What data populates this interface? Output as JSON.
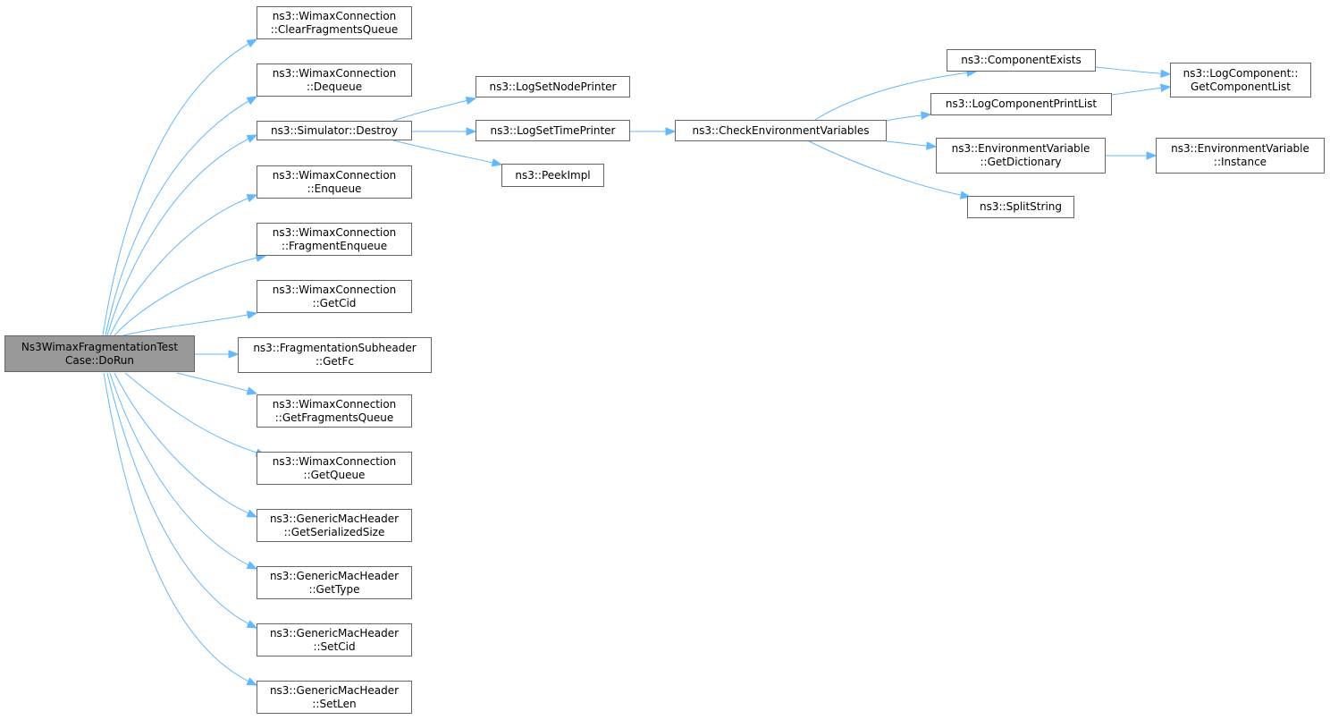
{
  "colors": {
    "edge": "#63b8ff",
    "node_border": "#666666",
    "root_fill": "#999999",
    "node_fill": "#ffffff"
  },
  "nodes": {
    "root": {
      "lines": [
        "Ns3WimaxFragmentationTest",
        "Case::DoRun"
      ]
    },
    "clearfrag": {
      "lines": [
        "ns3::WimaxConnection",
        "::ClearFragmentsQueue"
      ]
    },
    "dequeue": {
      "lines": [
        "ns3::WimaxConnection",
        "::Dequeue"
      ]
    },
    "destroy": {
      "lines": [
        "ns3::Simulator::Destroy"
      ]
    },
    "enqueue": {
      "lines": [
        "ns3::WimaxConnection",
        "::Enqueue"
      ]
    },
    "fragenq": {
      "lines": [
        "ns3::WimaxConnection",
        "::FragmentEnqueue"
      ]
    },
    "getcid": {
      "lines": [
        "ns3::WimaxConnection",
        "::GetCid"
      ]
    },
    "getfc": {
      "lines": [
        "ns3::FragmentationSubheader",
        "::GetFc"
      ]
    },
    "getfragq": {
      "lines": [
        "ns3::WimaxConnection",
        "::GetFragmentsQueue"
      ]
    },
    "getqueue": {
      "lines": [
        "ns3::WimaxConnection",
        "::GetQueue"
      ]
    },
    "getser": {
      "lines": [
        "ns3::GenericMacHeader",
        "::GetSerializedSize"
      ]
    },
    "gettype": {
      "lines": [
        "ns3::GenericMacHeader",
        "::GetType"
      ]
    },
    "setcid": {
      "lines": [
        "ns3::GenericMacHeader",
        "::SetCid"
      ]
    },
    "setlen": {
      "lines": [
        "ns3::GenericMacHeader",
        "::SetLen"
      ]
    },
    "nodeprinter": {
      "lines": [
        "ns3::LogSetNodePrinter"
      ]
    },
    "timeprinter": {
      "lines": [
        "ns3::LogSetTimePrinter"
      ]
    },
    "peekimpl": {
      "lines": [
        "ns3::PeekImpl"
      ]
    },
    "checkenv": {
      "lines": [
        "ns3::CheckEnvironmentVariables"
      ]
    },
    "compexists": {
      "lines": [
        "ns3::ComponentExists"
      ]
    },
    "printlist": {
      "lines": [
        "ns3::LogComponentPrintList"
      ]
    },
    "getdict": {
      "lines": [
        "ns3::EnvironmentVariable",
        "::GetDictionary"
      ]
    },
    "splitstring": {
      "lines": [
        "ns3::SplitString"
      ]
    },
    "getcomplist": {
      "lines": [
        "ns3::LogComponent::",
        "GetComponentList"
      ]
    },
    "instance": {
      "lines": [
        "ns3::EnvironmentVariable",
        "::Instance"
      ]
    }
  },
  "edges": [
    [
      "root",
      "clearfrag"
    ],
    [
      "root",
      "dequeue"
    ],
    [
      "root",
      "destroy"
    ],
    [
      "root",
      "enqueue"
    ],
    [
      "root",
      "fragenq"
    ],
    [
      "root",
      "getcid"
    ],
    [
      "root",
      "getfc"
    ],
    [
      "root",
      "getfragq"
    ],
    [
      "root",
      "getqueue"
    ],
    [
      "root",
      "getser"
    ],
    [
      "root",
      "gettype"
    ],
    [
      "root",
      "setcid"
    ],
    [
      "root",
      "setlen"
    ],
    [
      "destroy",
      "nodeprinter"
    ],
    [
      "destroy",
      "timeprinter"
    ],
    [
      "destroy",
      "peekimpl"
    ],
    [
      "timeprinter",
      "checkenv"
    ],
    [
      "checkenv",
      "compexists"
    ],
    [
      "checkenv",
      "printlist"
    ],
    [
      "checkenv",
      "getdict"
    ],
    [
      "checkenv",
      "splitstring"
    ],
    [
      "compexists",
      "getcomplist"
    ],
    [
      "printlist",
      "getcomplist"
    ],
    [
      "getdict",
      "instance"
    ]
  ]
}
